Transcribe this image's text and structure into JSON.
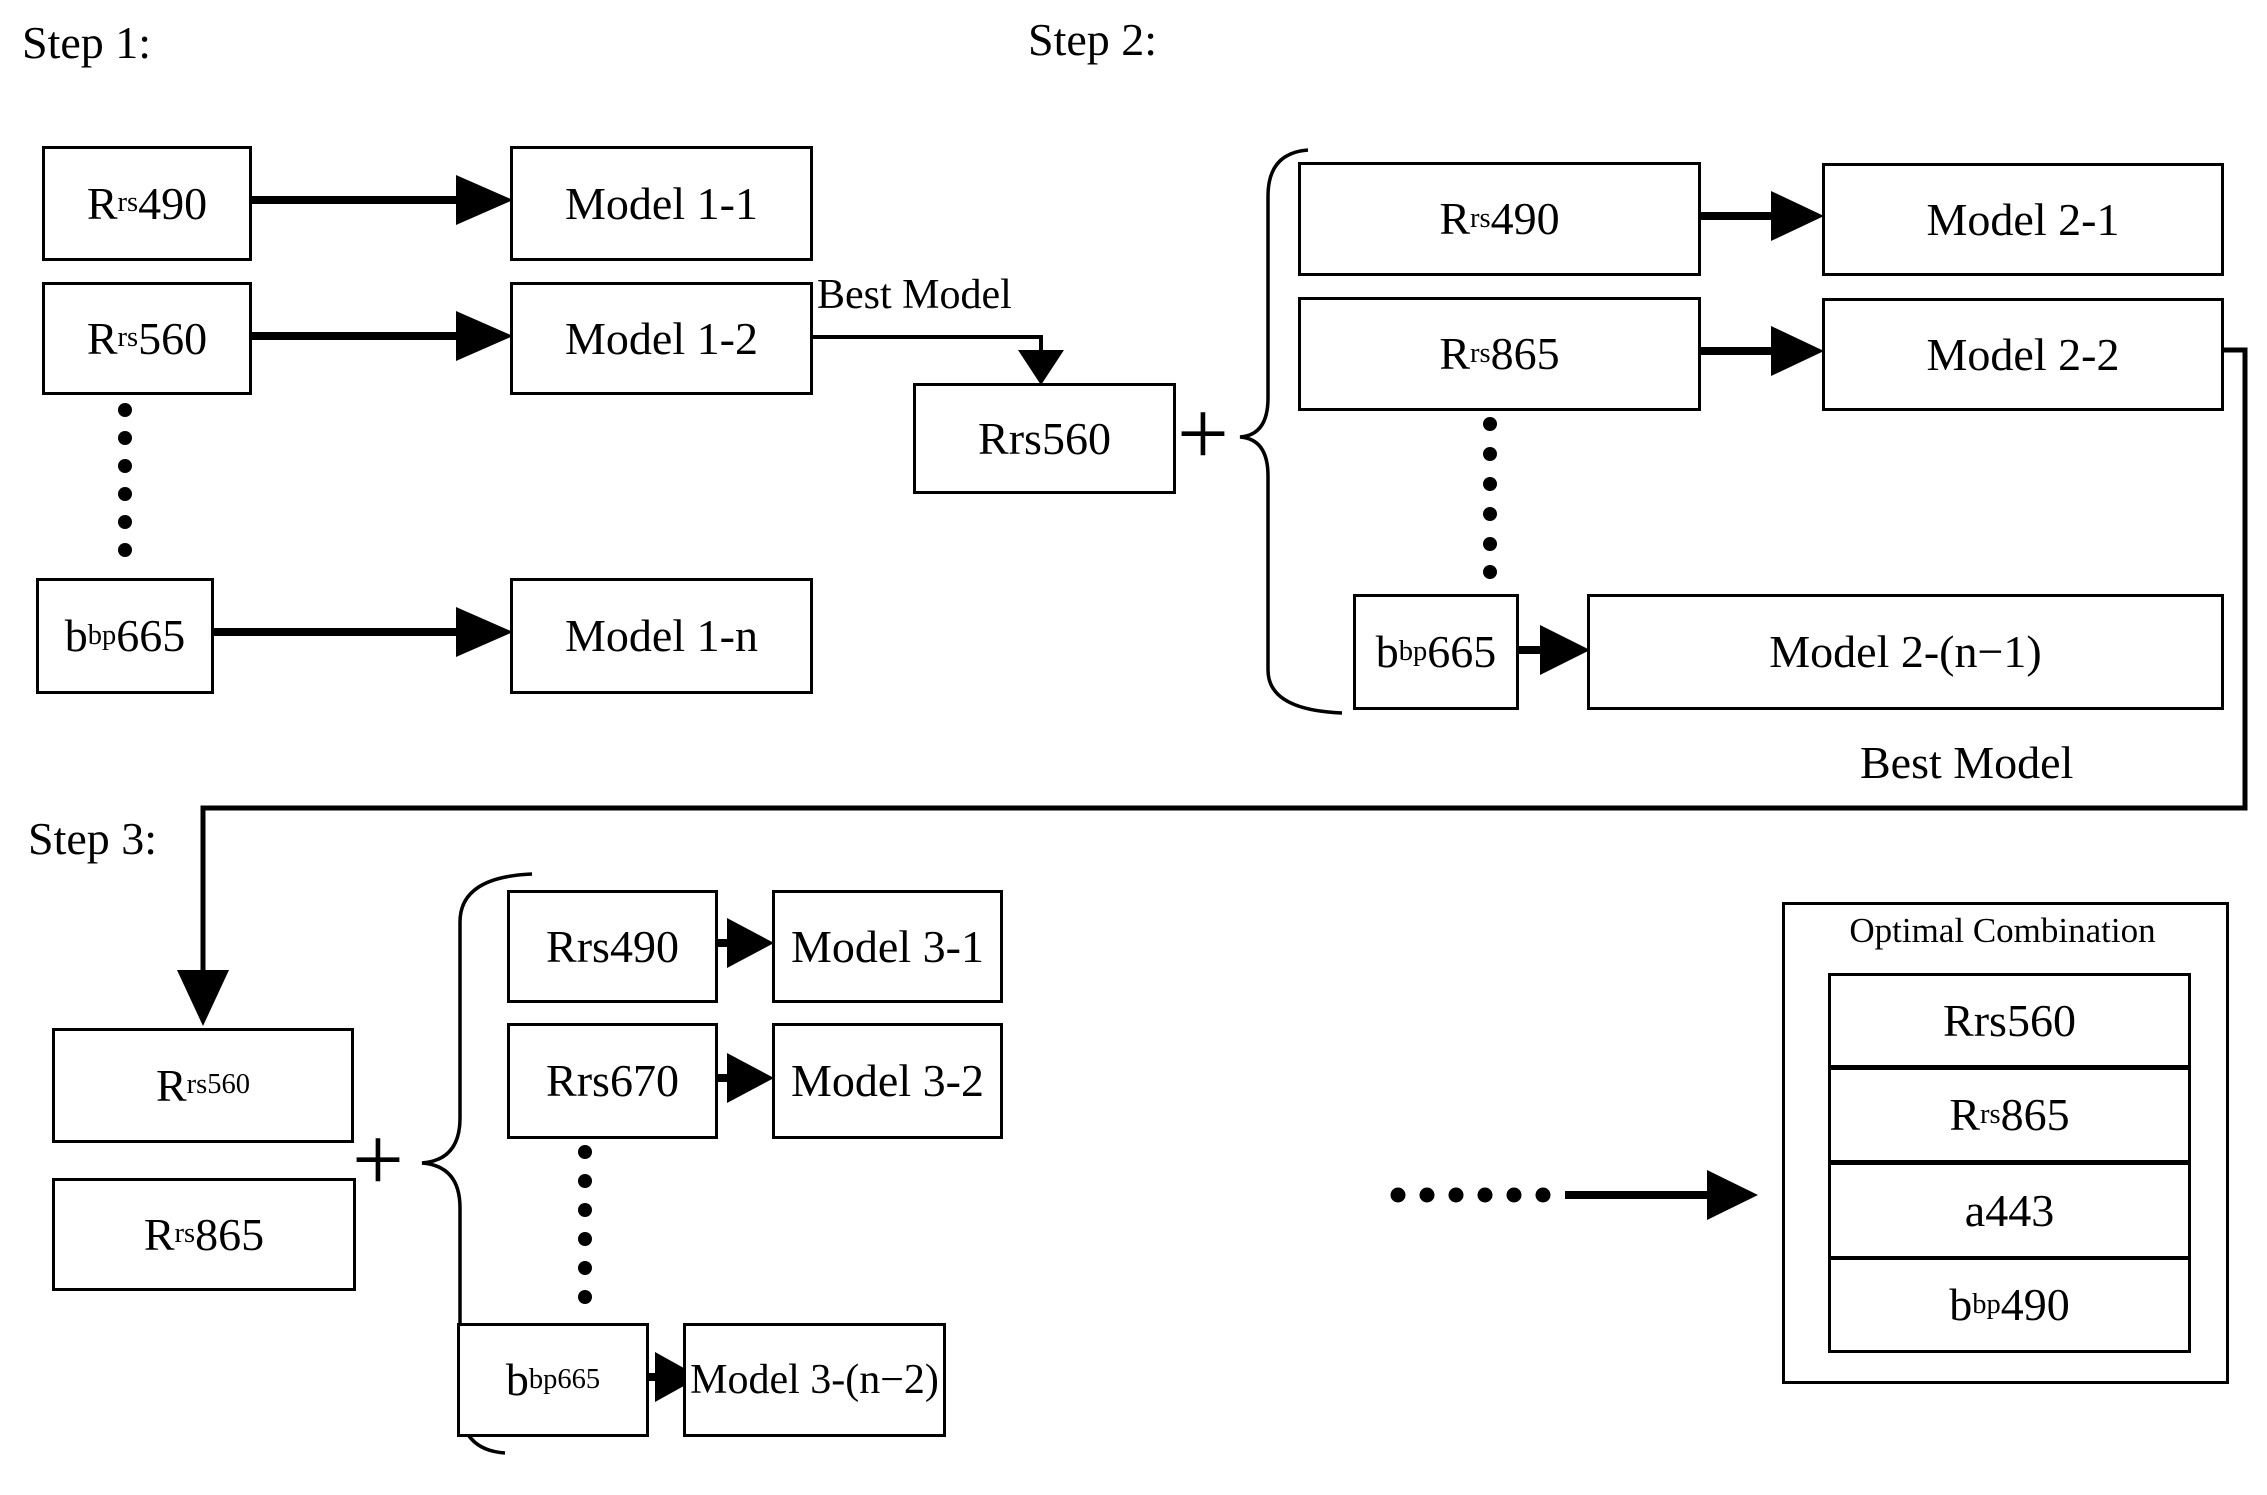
{
  "diagram": {
    "step1": {
      "title": "Step 1:",
      "inputs": [
        {
          "pre": "R",
          "sub": "rs",
          "post": "490"
        },
        {
          "pre": "R",
          "sub": "rs",
          "post": "560"
        },
        {
          "pre": "b",
          "sub": "bp",
          "post": "665"
        }
      ],
      "models": [
        "Model 1-1",
        "Model 1-2",
        "Model 1-n"
      ],
      "best_model_label": "Best Model"
    },
    "step2": {
      "title": "Step 2:",
      "selected_input": {
        "pre": "Rrs560",
        "sub": "",
        "post": ""
      },
      "plus": "+",
      "inputs": [
        {
          "pre": "R",
          "sub": "rs",
          "post": "490"
        },
        {
          "pre": "R",
          "sub": "rs",
          "post": "865"
        },
        {
          "pre": "b",
          "sub": "bp",
          "post": "665"
        }
      ],
      "models": [
        "Model 2-1",
        "Model 2-2",
        "Model 2-(n−1)"
      ],
      "best_model_label": "Best Model"
    },
    "step3": {
      "title": "Step 3:",
      "selected_inputs": [
        {
          "pre": "R",
          "sub": "rs560",
          "post": ""
        },
        {
          "pre": "R",
          "sub": "rs",
          "post": "865"
        }
      ],
      "plus": "+",
      "inputs": [
        {
          "pre": "Rrs490",
          "sub": "",
          "post": ""
        },
        {
          "pre": "Rrs670",
          "sub": "",
          "post": ""
        },
        {
          "pre": "b",
          "sub": "bp665",
          "post": ""
        }
      ],
      "models": [
        "Model 3-1",
        "Model 3-2",
        "Model 3-(n−2)"
      ]
    },
    "optimal": {
      "title": "Optimal Combination",
      "items": [
        {
          "pre": "Rrs560",
          "sub": "",
          "post": ""
        },
        {
          "pre": "R",
          "sub": "rs",
          "post": "865"
        },
        {
          "pre": "a443",
          "sub": "",
          "post": ""
        },
        {
          "pre": "b",
          "sub": "bp",
          "post": "490"
        }
      ]
    }
  }
}
